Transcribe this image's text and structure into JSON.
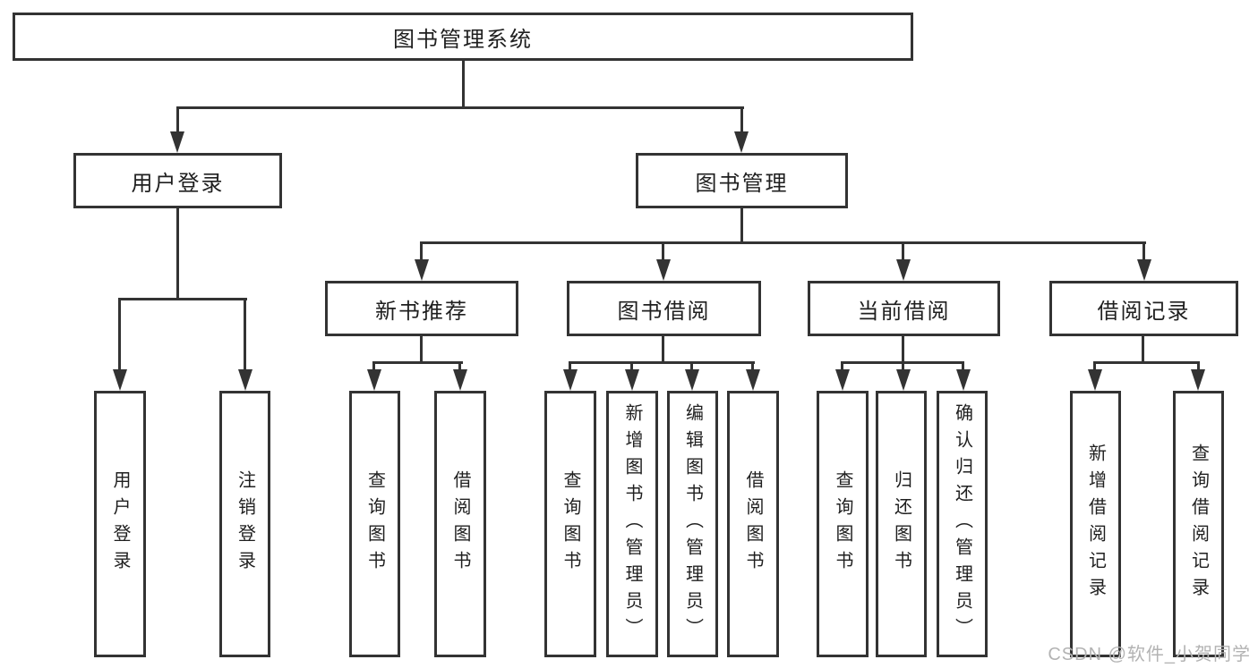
{
  "diagram": {
    "root_label": "图书管理系统",
    "level2": {
      "user_login": "用户登录",
      "book_mgmt": "图书管理"
    },
    "level3": {
      "new_book_rec": "新书推荐",
      "book_borrow": "图书借阅",
      "current_borrow": "当前借阅",
      "borrow_records": "借阅记录"
    },
    "leaves": {
      "user_login": [
        "用户登录",
        "注销登录"
      ],
      "new_book_rec": [
        "查询图书",
        "借阅图书"
      ],
      "book_borrow": [
        "查询图书",
        "新增图书（管理员）",
        "编辑图书（管理员）",
        "借阅图书"
      ],
      "current_borrow": [
        "查询图书",
        "归还图书",
        "确认归还（管理员）"
      ],
      "borrow_records": [
        "新增借阅记录",
        "查询借阅记录"
      ]
    }
  },
  "watermark": "CSDN @软件_小贺同学",
  "colors": {
    "line": "#333333",
    "box_border": "#333333",
    "text": "#1f1f1f",
    "background": "#ffffff",
    "watermark": "#b3b3b3"
  }
}
